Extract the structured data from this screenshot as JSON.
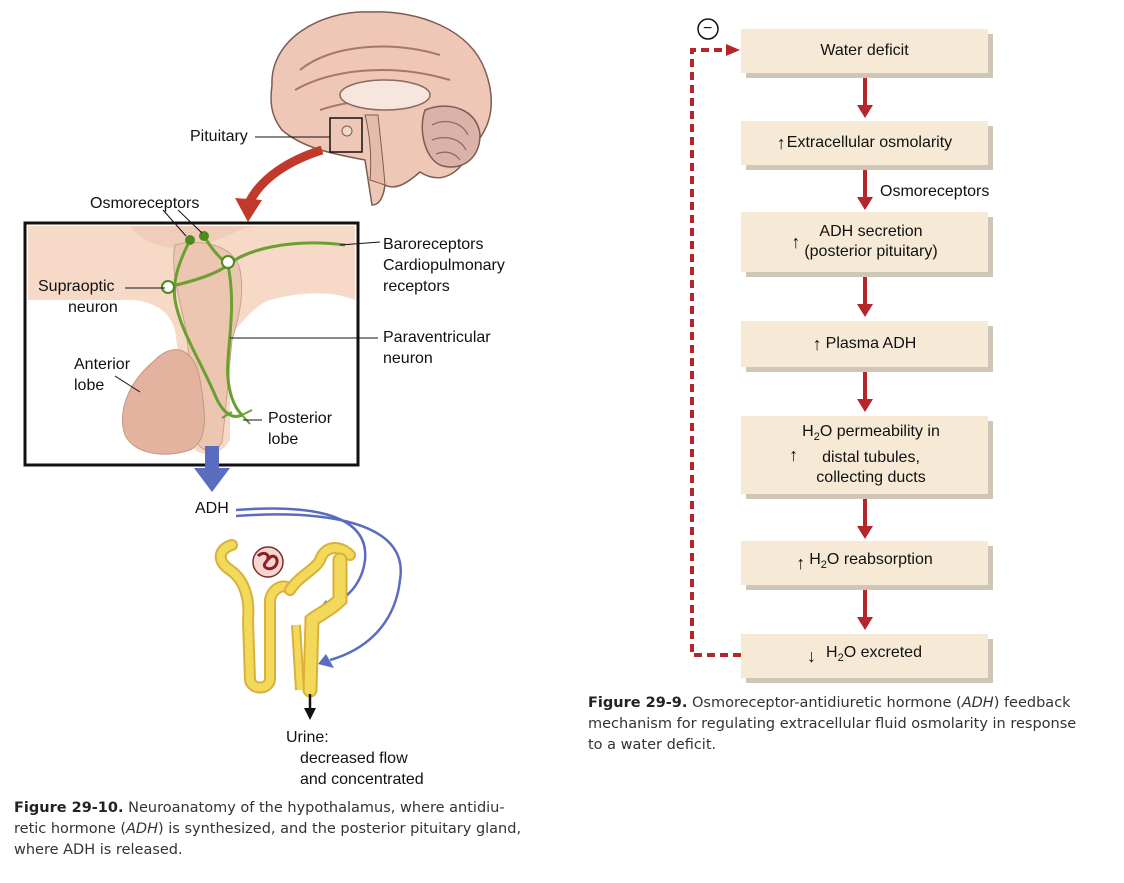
{
  "left_figure": {
    "labels": {
      "pituitary": "Pituitary",
      "osmoreceptors": "Osmoreceptors",
      "baroreceptors": "Baroreceptors",
      "cardiopulmonary": "Cardiopulmonary",
      "receptors": "receptors",
      "supraoptic": "Supraoptic",
      "neuron_1": "neuron",
      "paraventricular": "Paraventricular",
      "neuron_2": "neuron",
      "anterior": "Anterior",
      "lobe_1": "lobe",
      "posterior": "Posterior",
      "lobe_2": "lobe",
      "adh": "ADH",
      "urine": "Urine:",
      "urine_flow": "decreased flow",
      "urine_conc": "and concentrated"
    },
    "caption": {
      "figure_number": "Figure 29-10.",
      "line1": "Neuroanatomy of the hypothalamus, where antidiu-",
      "line2_pre": "retic hormone (",
      "line2_abbr": "ADH",
      "line2_post": ") is synthesized, and the posterior pituitary gland,",
      "line3": "where ADH is released."
    }
  },
  "flowchart": {
    "feedback_sign": "−",
    "steps": {
      "water_deficit": "Water deficit",
      "osmolarity": "Extracellular osmolarity",
      "adh_secretion_1": "ADH secretion",
      "adh_secretion_2": "(posterior pituitary)",
      "plasma_adh": "Plasma ADH",
      "perm_h": "H",
      "perm_sub": "2",
      "perm_o": "O permeability in",
      "perm_2": "distal tubules,",
      "perm_3": "collecting ducts",
      "reabs_h": "H",
      "reabs_sub": "2",
      "reabs_o": "O reabsorption",
      "excr_h": "H",
      "excr_sub": "2",
      "excr_o": "O excreted"
    },
    "osmoreceptors_label": "Osmoreceptors",
    "arrow_symbols": {
      "up": "↑",
      "down": "↓"
    },
    "colors": {
      "box_fill": "#f6ead7",
      "arrow": "#b5252a",
      "feedback": "#b5252a"
    }
  },
  "right_caption": {
    "figure_number": "Figure 29-9.",
    "line1_pre": "Osmoreceptor-antidiuretic hormone (",
    "line1_abbr": "ADH",
    "line1_post": ") feedback",
    "line2": "mechanism for regulating extracellular fluid osmolarity in response",
    "line3": "to a water deficit."
  }
}
